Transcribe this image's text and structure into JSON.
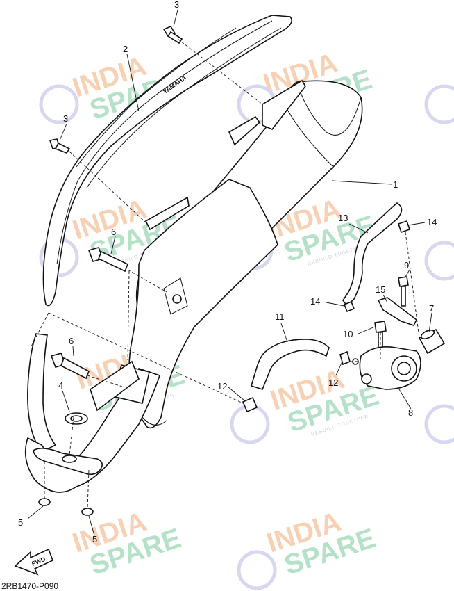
{
  "diagram": {
    "code": "2RB1470-P090",
    "fwd_label": "FWD",
    "muffler_logo": "YAMAHA",
    "watermark": {
      "line1": "INDIA",
      "line2": "SPARE",
      "tagline": "REBUILD TOGETHER"
    },
    "callouts": [
      {
        "id": "c3a",
        "text": "3"
      },
      {
        "id": "c2",
        "text": "2"
      },
      {
        "id": "c3b",
        "text": "3"
      },
      {
        "id": "c1",
        "text": "1"
      },
      {
        "id": "c13",
        "text": "13"
      },
      {
        "id": "c14a",
        "text": "14"
      },
      {
        "id": "c6a",
        "text": "6"
      },
      {
        "id": "c9",
        "text": "9"
      },
      {
        "id": "c15",
        "text": "15"
      },
      {
        "id": "c14b",
        "text": "14"
      },
      {
        "id": "c7",
        "text": "7"
      },
      {
        "id": "c11",
        "text": "11"
      },
      {
        "id": "c10",
        "text": "10"
      },
      {
        "id": "c6b",
        "text": "6"
      },
      {
        "id": "c4",
        "text": "4"
      },
      {
        "id": "c12a",
        "text": "12"
      },
      {
        "id": "c12b",
        "text": "12"
      },
      {
        "id": "c8",
        "text": "8"
      },
      {
        "id": "c5a",
        "text": "5"
      },
      {
        "id": "c5b",
        "text": "5"
      }
    ]
  }
}
